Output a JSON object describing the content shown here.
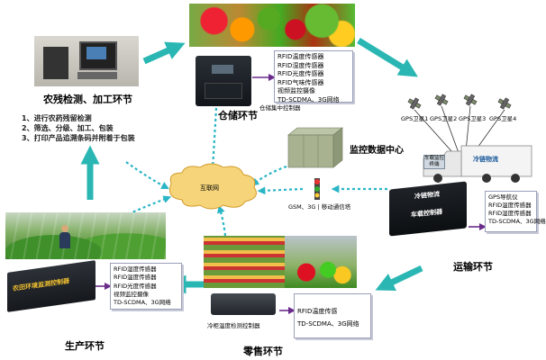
{
  "storage": {
    "title": "仓储环节",
    "sensors": [
      "RFID温度传感器",
      "RFID湿度传感器",
      "RFID光度传感器",
      "RFID气味传感器",
      "视频监控摄像",
      "TD-SCDMA、3G网络"
    ],
    "controller_label": "仓储集中控制器"
  },
  "processing": {
    "title": "农残检测、加工环节",
    "steps": [
      "1、进行农药残留检测",
      "2、筛选、分级、加工、包装",
      "3、打印产品追溯条码并附着于包装"
    ]
  },
  "monitoring": {
    "title": "监控数据中心"
  },
  "internet": {
    "label": "互联网"
  },
  "mobile": {
    "label": "GSM、3G | 移动通信塔"
  },
  "gps": {
    "satellites": [
      "GPS卫星1",
      "GPS卫星2",
      "GPS卫星3",
      "GPS卫星4"
    ]
  },
  "truck": {
    "label": "车载监控终端",
    "side_text": "冷链物流"
  },
  "transport": {
    "title": "运输环节",
    "device_text": [
      "冷链物流",
      "车载控制器"
    ],
    "sensors": [
      "GPS导航仪",
      "RFID温度传感器",
      "RFID湿度传感器",
      "TD-SCDMA、3G网络"
    ]
  },
  "production": {
    "title": "生产环节",
    "sensors": [
      "RFID湿度传感器",
      "RFID温度传感器",
      "RFID光度传感器",
      "视频监控摄像",
      "TD-SCDMA、3G网络"
    ],
    "device_text": "农田环境监测控制器"
  },
  "retail": {
    "title": "零售环节",
    "sensors": [
      "RFID温度传感",
      "TD-SCDMA、3G网络"
    ],
    "device_label": "冷柜温度检测控制器"
  },
  "colors": {
    "arrow": "#2ab7b3",
    "dotted": "#29b5c6",
    "purple": "#6a2b8a",
    "cloud": "#f6d57a"
  }
}
